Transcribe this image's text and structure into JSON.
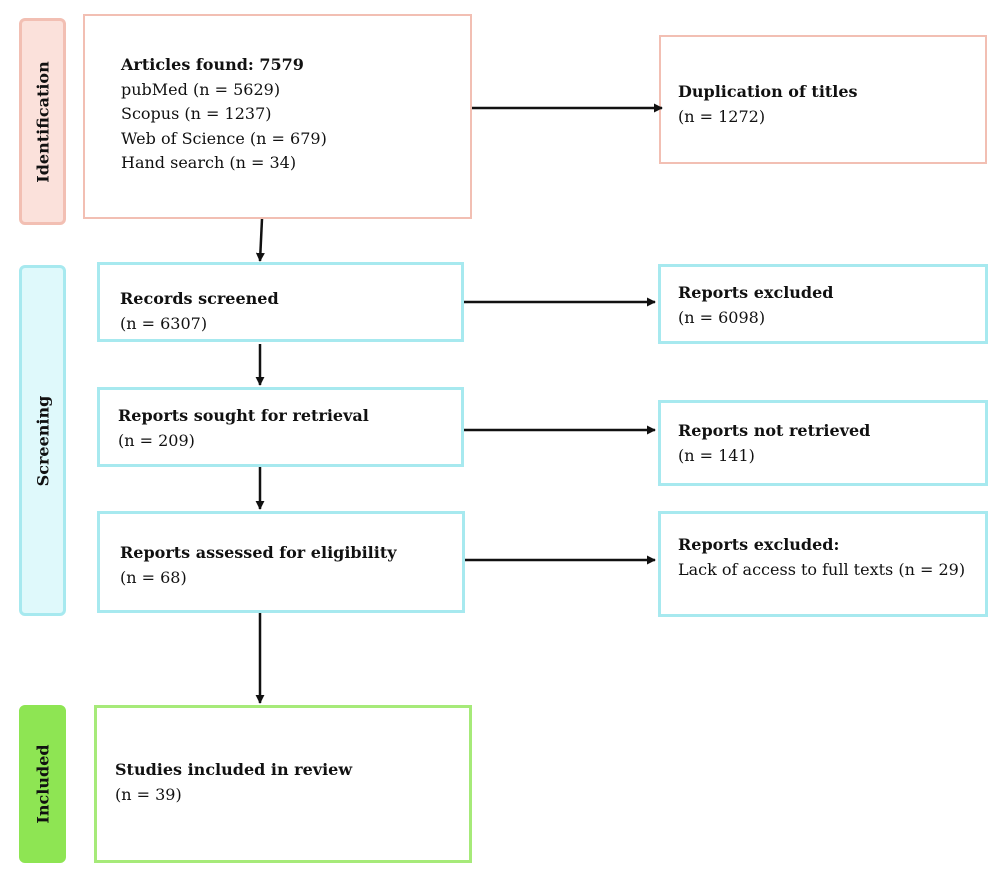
{
  "stages": {
    "identification": "Identification",
    "screening": "Screening",
    "included": "Included"
  },
  "boxes": {
    "articles": {
      "title": "Articles found: 7579",
      "lines": [
        "pubMed (n = 5629)",
        "Scopus (n = 1237)",
        "Web of Science (n = 679)",
        "Hand search (n = 34)"
      ]
    },
    "duplication": {
      "title": "Duplication of titles",
      "lines": [
        "(n = 1272)"
      ]
    },
    "records_screened": {
      "title": "Records screened",
      "lines": [
        "(n = 6307)"
      ]
    },
    "reports_excluded_1": {
      "title": "Reports excluded",
      "lines": [
        "(n = 6098)"
      ]
    },
    "reports_sought": {
      "title": "Reports sought for retrieval",
      "lines": [
        "(n = 209)"
      ]
    },
    "reports_not_retrieved": {
      "title": "Reports not retrieved",
      "lines": [
        "(n = 141)"
      ]
    },
    "reports_assessed": {
      "title": "Reports assessed for eligibility",
      "lines": [
        "(n = 68)"
      ]
    },
    "reports_excluded_2": {
      "title": "Reports excluded:",
      "lines": [
        "Lack of access to full texts (n = 29)"
      ]
    },
    "studies_included": {
      "title": "Studies included in review",
      "lines": [
        "(n = 39)"
      ]
    }
  },
  "colors": {
    "identification": "#f2bfb3",
    "screening": "#a7e9ef",
    "included": "#8ee553",
    "arrow": "#111111"
  }
}
